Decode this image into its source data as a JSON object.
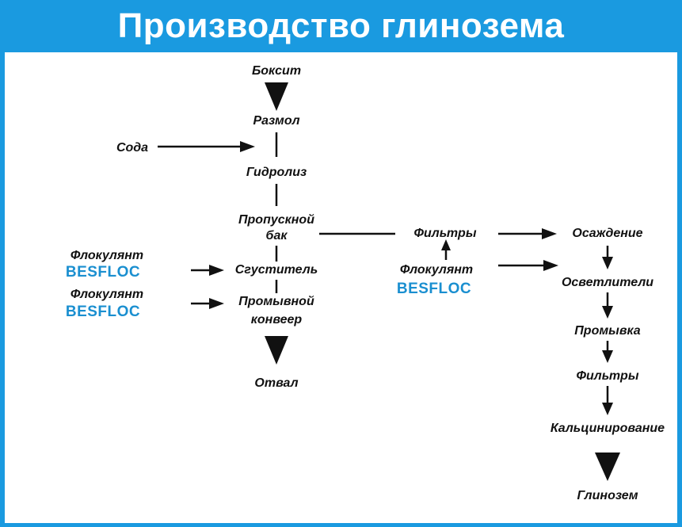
{
  "title": "Производство глинозема",
  "colors": {
    "frame": "#1a9ae0",
    "background": "#ffffff",
    "text": "#111111",
    "brand": "#1a8fd0"
  },
  "nodes": {
    "boxite": "Боксит",
    "grinding": "Размол",
    "soda": "Сода",
    "hydrolysis": "Гидролиз",
    "pass_tank_line1": "Пропускной",
    "pass_tank_line2": "бак",
    "thickener": "Сгуститель",
    "wash_conveyor_line1": "Промывной",
    "wash_conveyor_line2": "конвеер",
    "dump": "Отвал",
    "filters_mid": "Фильтры",
    "precipitation": "Осаждение",
    "clarifiers": "Осветлители",
    "washing": "Промывка",
    "filters_right": "Фильтры",
    "calcination": "Кальцинирование",
    "alumina": "Глинозем"
  },
  "flocculants": {
    "left_1": {
      "label": "Флокулянт",
      "brand": "BESFLOC"
    },
    "left_2": {
      "label": "Флокулянт",
      "brand": "BESFLOC"
    },
    "mid": {
      "label": "Флокулянт",
      "brand": "BESFLOC"
    }
  }
}
